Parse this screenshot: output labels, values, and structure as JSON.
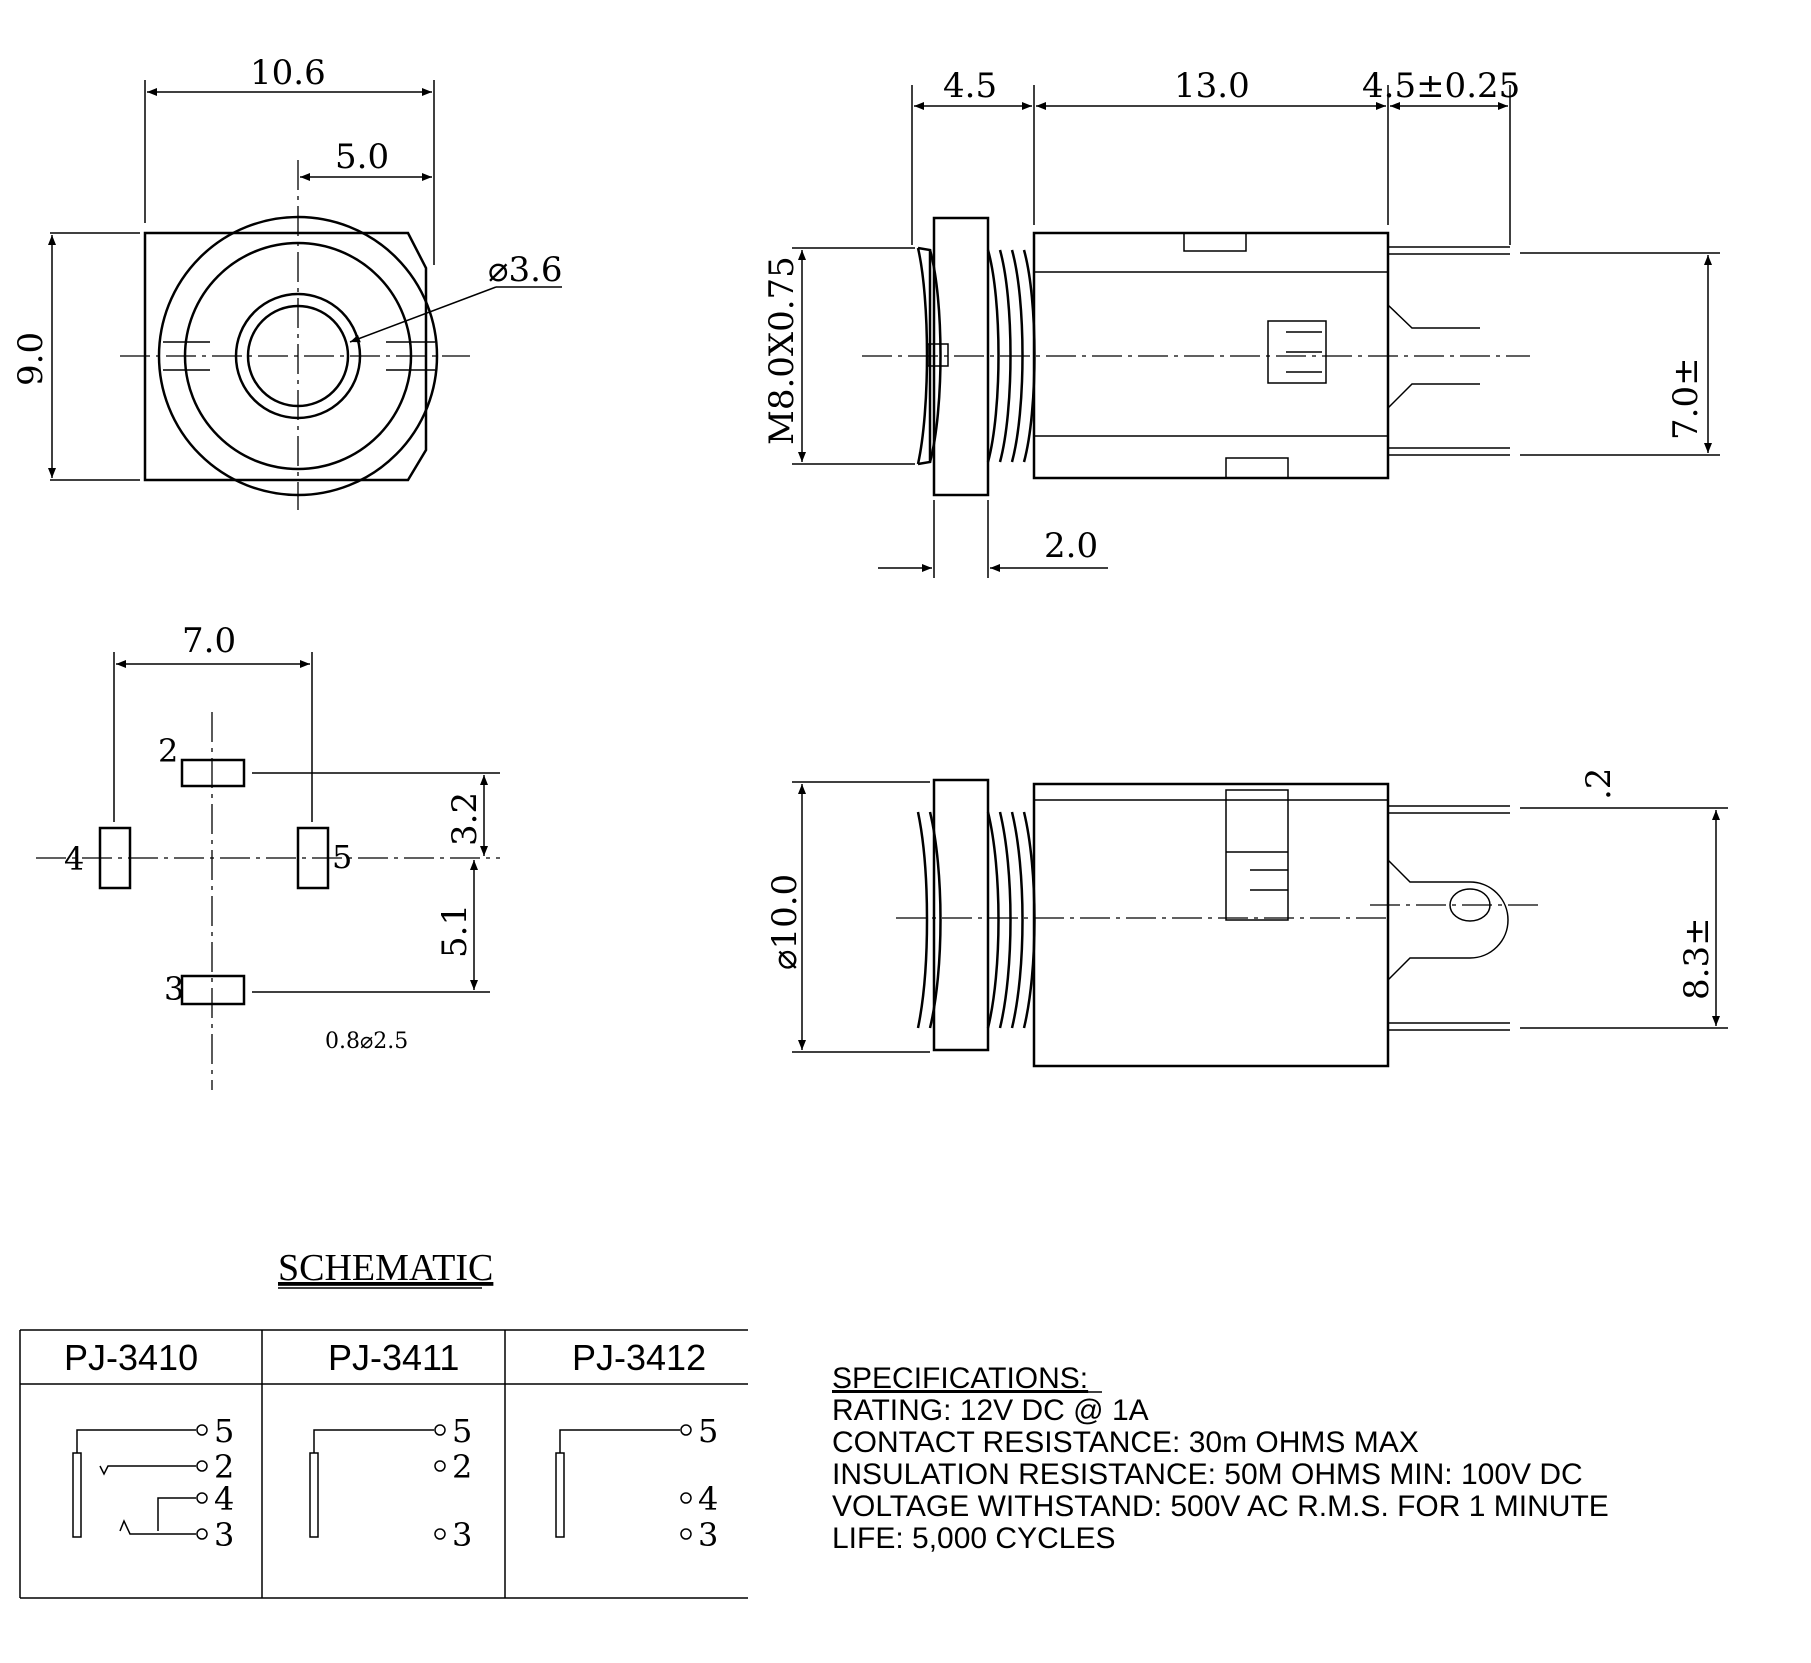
{
  "dimensions": {
    "front_width": "10.6",
    "front_offset": "5.0",
    "front_height": "9.0",
    "bore_dia": "⌀3.6",
    "side_flange": "4.5",
    "side_body": "13.0",
    "side_pin": "4.5±0.25",
    "thread": "M8.0X0.75",
    "side_pin_span": "7.0±",
    "side_thickness": "2.0",
    "pcb_width": "7.0",
    "pcb_upper": "3.2",
    "pcb_lower": "5.1",
    "pcb_hole": "0.8⌀2.5",
    "bottom_dia": "⌀10.0",
    "bottom_tab": ".2",
    "bottom_pin_span": "8.3±"
  },
  "pins": {
    "p2": "2",
    "p3": "3",
    "p4": "4",
    "p5": "5"
  },
  "schematic": {
    "title": "SCHEMATIC",
    "models": [
      "PJ-3410",
      "PJ-3411",
      "PJ-3412"
    ],
    "pin_labels": {
      "five": "5",
      "two": "2",
      "four": "4",
      "three": "3"
    }
  },
  "specifications": {
    "heading": "SPECIFICATIONS:",
    "lines": [
      "RATING: 12V DC @ 1A",
      "CONTACT RESISTANCE: 30m OHMS MAX",
      "INSULATION RESISTANCE: 50M OHMS MIN: 100V DC",
      "VOLTAGE WITHSTAND: 500V AC R.M.S. FOR 1 MINUTE",
      "LIFE: 5,000 CYCLES"
    ]
  }
}
